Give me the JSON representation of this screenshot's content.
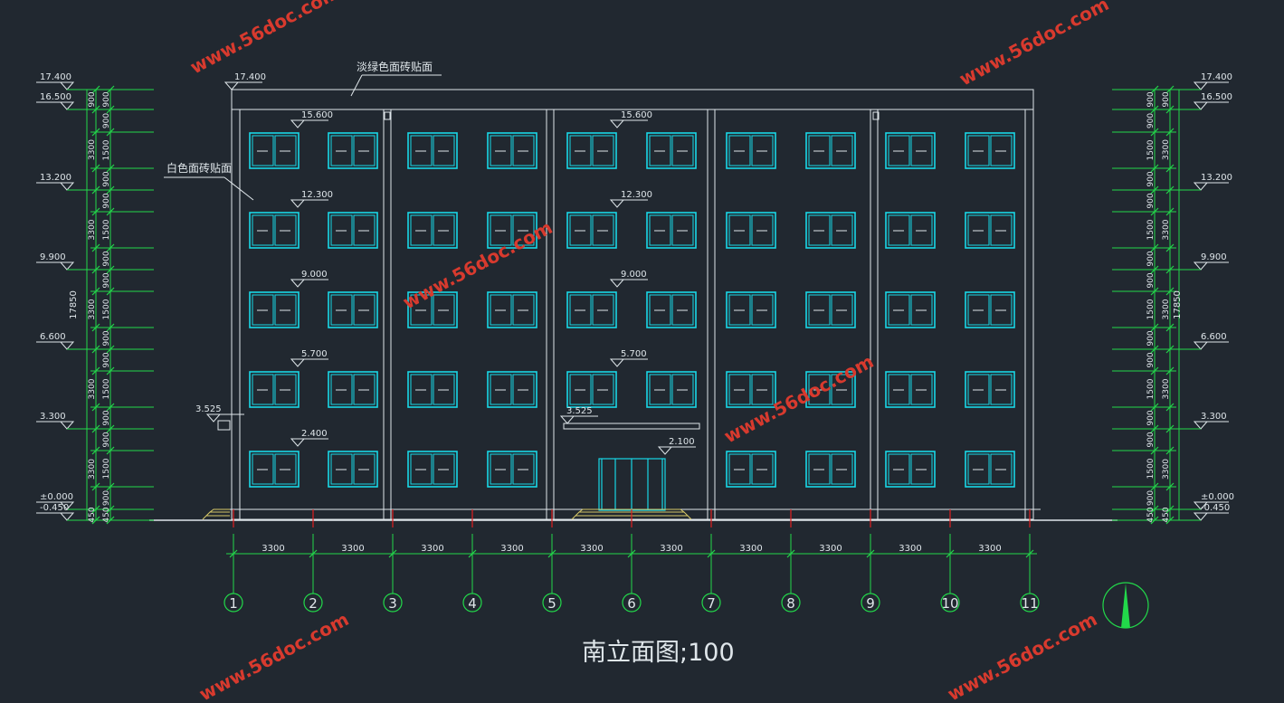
{
  "title": "南立面图;100",
  "annotations": {
    "roof_finish": "淡绿色面砖贴面",
    "wall_finish": "白色面砖贴面"
  },
  "level_marks": {
    "left": [
      "17.400",
      "16.500",
      "13.200",
      "9.900",
      "6.600",
      "3.300",
      "±0.000",
      "-0.450"
    ],
    "right": [
      "17.400",
      "16.500",
      "13.200",
      "9.900",
      "6.600",
      "3.300",
      "±0.000",
      "-0.450"
    ]
  },
  "building_levels": {
    "top": "17.400",
    "floors_left": [
      "15.600",
      "12.300",
      "9.000",
      "5.700",
      "2.400"
    ],
    "floors_center": [
      "15.600",
      "12.300",
      "9.000",
      "5.700"
    ],
    "canopy_left": "3.525",
    "canopy_center": "3.525",
    "door": "2.100"
  },
  "segment_dims": [
    "900",
    "900",
    "1500",
    "900",
    "900",
    "1500",
    "900",
    "900",
    "1500",
    "900",
    "900",
    "1500",
    "900",
    "900",
    "1500",
    "900",
    "450"
  ],
  "floor_dims": [
    "3300",
    "3300",
    "3300",
    "3300",
    "3300"
  ],
  "total_height": "17850",
  "bay_dims": [
    "3300",
    "3300",
    "3300",
    "3300",
    "3300",
    "3300",
    "3300",
    "3300",
    "3300",
    "3300"
  ],
  "axes": [
    "1",
    "2",
    "3",
    "4",
    "5",
    "6",
    "7",
    "8",
    "9",
    "10",
    "11"
  ],
  "watermark": "www.56doc.com",
  "colors": {
    "background": "#212830",
    "dimension": "#22d84a",
    "window": "#18d7e6",
    "wall": "#dfe6ea",
    "axis_tick": "#e01f1f",
    "steps": "#d8c968",
    "watermark": "#d83a2e"
  }
}
